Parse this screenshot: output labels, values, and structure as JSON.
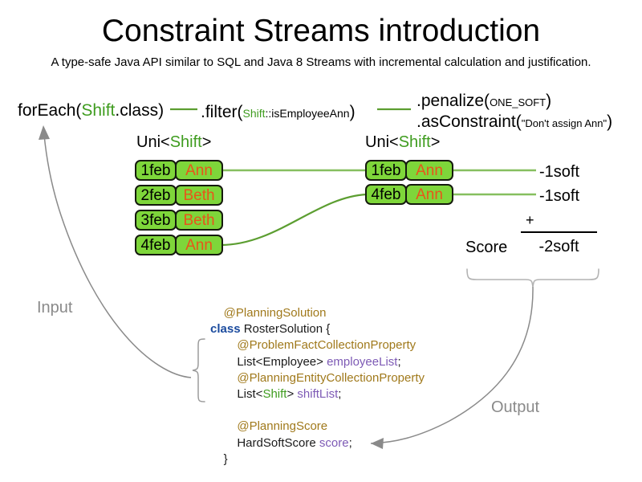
{
  "page": {
    "title": "Constraint Streams introduction",
    "subtitle": "A type-safe Java API similar to SQL and Java 8 Streams with incremental calculation and justification."
  },
  "colors": {
    "accent_green": "#3f9c1f",
    "box_fill": "#7ed63a",
    "box_border": "#151a0e",
    "name_text": "#e8551a",
    "connector": "#5c9e31",
    "annotation": "#a0791b",
    "keyword": "#1b4b9e",
    "field": "#7d5ab5",
    "gray_arrow": "#8a8a8a"
  },
  "pipeline": {
    "for_each": {
      "call": "forEach(",
      "type": "Shift",
      "suffix": ".class)"
    },
    "filter": {
      "call": ".filter(",
      "type": "Shift",
      "method": "::isEmployeeAnn",
      "suffix": ")"
    },
    "penalize": {
      "call": ".penalize(",
      "arg": "ONE_SOFT",
      "suffix": ")"
    },
    "as_constraint": {
      "call": ".asConstraint(",
      "arg": "\"Don't assign Ann\"",
      "suffix": ")"
    }
  },
  "streams": [
    {
      "label_prefix": "Uni<",
      "label_type": "Shift",
      "label_suffix": ">",
      "rows": [
        {
          "date": "1feb",
          "employee": "Ann"
        },
        {
          "date": "2feb",
          "employee": "Beth"
        },
        {
          "date": "3feb",
          "employee": "Beth"
        },
        {
          "date": "4feb",
          "employee": "Ann"
        }
      ]
    },
    {
      "label_prefix": "Uni<",
      "label_type": "Shift",
      "label_suffix": ">",
      "rows": [
        {
          "date": "1feb",
          "employee": "Ann"
        },
        {
          "date": "4feb",
          "employee": "Ann"
        }
      ]
    }
  ],
  "penalties": [
    "-1soft",
    "-1soft"
  ],
  "score": {
    "label": "Score",
    "operator": "+",
    "total": "-2soft"
  },
  "code": {
    "lines": [
      [
        {
          "t": "    ",
          "c": "plain"
        },
        {
          "t": "@PlanningSolution",
          "c": "anno"
        }
      ],
      [
        {
          "t": "class ",
          "c": "kw"
        },
        {
          "t": "RosterSolution {",
          "c": "plain"
        }
      ],
      [
        {
          "t": "        ",
          "c": "plain"
        },
        {
          "t": "@ProblemFactCollectionProperty",
          "c": "anno"
        }
      ],
      [
        {
          "t": "        List<Employee> ",
          "c": "plain"
        },
        {
          "t": "employeeList",
          "c": "fld"
        },
        {
          "t": ";",
          "c": "plain"
        }
      ],
      [
        {
          "t": "        ",
          "c": "plain"
        },
        {
          "t": "@PlanningEntityCollectionProperty",
          "c": "anno"
        }
      ],
      [
        {
          "t": "        List<",
          "c": "plain"
        },
        {
          "t": "Shift",
          "c": "green"
        },
        {
          "t": "> ",
          "c": "plain"
        },
        {
          "t": "shiftList",
          "c": "fld"
        },
        {
          "t": ";",
          "c": "plain"
        }
      ],
      [
        {
          "t": " ",
          "c": "plain"
        }
      ],
      [
        {
          "t": "        ",
          "c": "plain"
        },
        {
          "t": "@PlanningScore",
          "c": "anno"
        }
      ],
      [
        {
          "t": "        HardSoftScore ",
          "c": "plain"
        },
        {
          "t": "score",
          "c": "fld"
        },
        {
          "t": ";",
          "c": "plain"
        }
      ],
      [
        {
          "t": "    }",
          "c": "plain"
        }
      ]
    ]
  },
  "flow_labels": {
    "input": "Input",
    "output": "Output"
  }
}
